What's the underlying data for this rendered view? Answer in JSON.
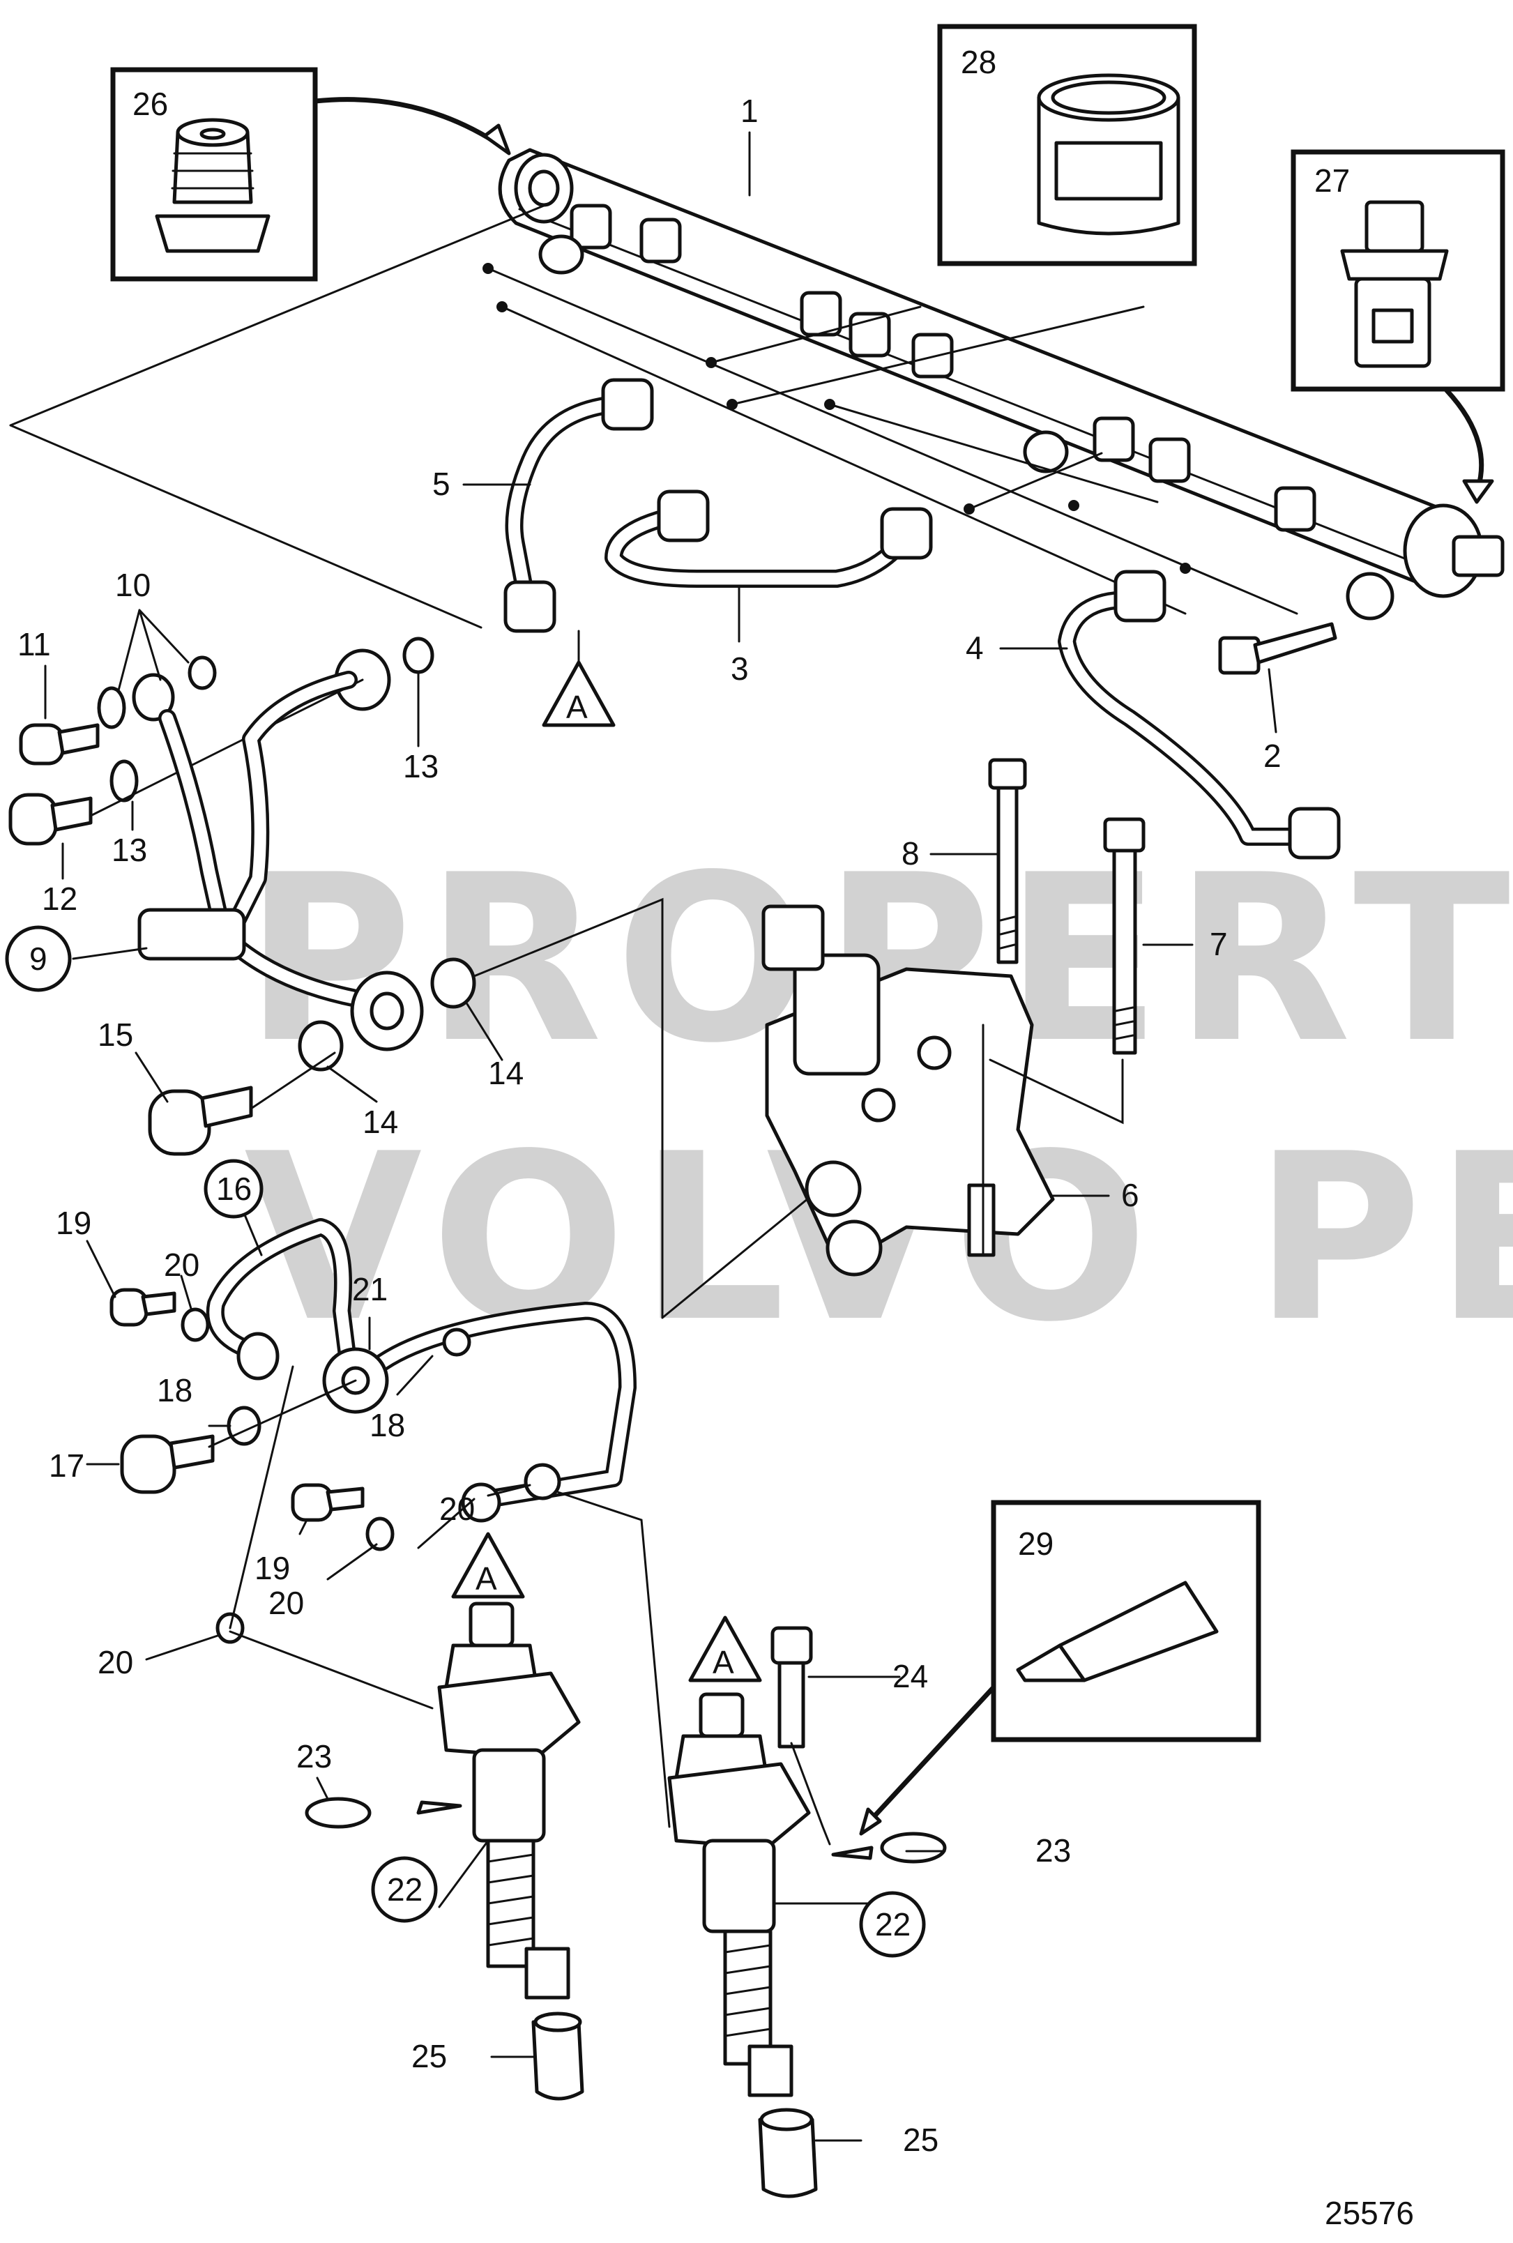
{
  "watermark": {
    "line1": "PROPERTY OF",
    "line2": "VOLVO PENTA"
  },
  "drawing_number": "25576",
  "callouts": {
    "c1": "1",
    "c2": "2",
    "c3": "3",
    "c4": "4",
    "c5": "5",
    "c6": "6",
    "c7": "7",
    "c8": "8",
    "c9": "9",
    "c10": "10",
    "c11": "11",
    "c12": "12",
    "c13": "13",
    "c14": "14",
    "c15": "15",
    "c16": "16",
    "c17": "17",
    "c18": "18",
    "c19": "19",
    "c20": "20",
    "c21": "21",
    "c22": "22",
    "c23": "23",
    "c24": "24",
    "c25": "25",
    "c26": "26",
    "c27": "27",
    "c28": "28",
    "c29": "29"
  },
  "reference_marker": "A"
}
